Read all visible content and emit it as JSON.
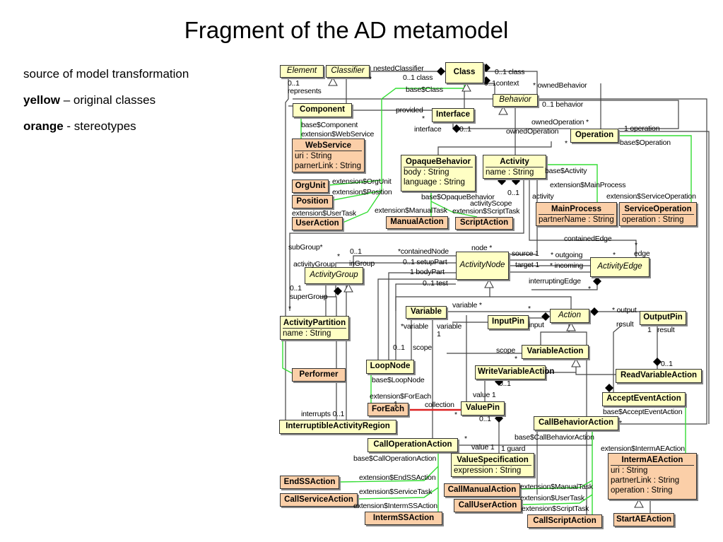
{
  "title": "Fragment of the AD metamodel",
  "legend": {
    "line1": "source of model transformation",
    "line2_key": "yellow",
    "line2_rest": " – original classes",
    "line3_key": "orange",
    "line3_rest": " - stereotypes"
  },
  "colors": {
    "original": "#ffffc4",
    "stereotype": "#fbcfa8",
    "extension_line": "#33dd33",
    "highlight_line": "#dd2222"
  },
  "classes": [
    {
      "id": "Element",
      "name": "Element",
      "kind": "yellow",
      "abstract": true,
      "attrs": []
    },
    {
      "id": "Classifier",
      "name": "Classifier",
      "kind": "yellow",
      "abstract": true,
      "attrs": []
    },
    {
      "id": "Class",
      "name": "Class",
      "kind": "yellow",
      "abstract": false,
      "attrs": []
    },
    {
      "id": "Behavior",
      "name": "Behavior",
      "kind": "yellow",
      "abstract": true,
      "attrs": []
    },
    {
      "id": "Component",
      "name": "Component",
      "kind": "yellow",
      "abstract": false,
      "attrs": []
    },
    {
      "id": "Interface",
      "name": "Interface",
      "kind": "yellow",
      "abstract": false,
      "attrs": []
    },
    {
      "id": "Operation",
      "name": "Operation",
      "kind": "yellow",
      "abstract": false,
      "attrs": []
    },
    {
      "id": "WebService",
      "name": "WebService",
      "kind": "orange",
      "abstract": false,
      "attrs": [
        "uri : String",
        "parnerLink : String"
      ]
    },
    {
      "id": "OpaqueBehavior",
      "name": "OpaqueBehavior",
      "kind": "yellow",
      "abstract": false,
      "attrs": [
        "body : String",
        "language : String"
      ]
    },
    {
      "id": "Activity",
      "name": "Activity",
      "kind": "yellow",
      "abstract": false,
      "attrs": [
        "name : String"
      ]
    },
    {
      "id": "OrgUnit",
      "name": "OrgUnit",
      "kind": "orange",
      "abstract": false,
      "attrs": []
    },
    {
      "id": "Position",
      "name": "Position",
      "kind": "orange",
      "abstract": false,
      "attrs": []
    },
    {
      "id": "MainProcess",
      "name": "MainProcess",
      "kind": "orange",
      "abstract": false,
      "attrs": [
        "partnerName : String"
      ]
    },
    {
      "id": "ServiceOperation",
      "name": "ServiceOperation",
      "kind": "orange",
      "abstract": false,
      "attrs": [
        "operation : String"
      ]
    },
    {
      "id": "UserAction",
      "name": "UserAction",
      "kind": "orange",
      "abstract": false,
      "attrs": []
    },
    {
      "id": "ManualAction",
      "name": "ManualAction",
      "kind": "orange",
      "abstract": false,
      "attrs": []
    },
    {
      "id": "ScriptAction",
      "name": "ScriptAction",
      "kind": "orange",
      "abstract": false,
      "attrs": []
    },
    {
      "id": "ActivityNode",
      "name": "ActivityNode",
      "kind": "yellow",
      "abstract": true,
      "attrs": []
    },
    {
      "id": "ActivityEdge",
      "name": "ActivityEdge",
      "kind": "yellow",
      "abstract": true,
      "attrs": []
    },
    {
      "id": "ActivityGroup",
      "name": "ActivityGroup",
      "kind": "yellow",
      "abstract": true,
      "attrs": []
    },
    {
      "id": "Variable",
      "name": "Variable",
      "kind": "yellow",
      "abstract": false,
      "attrs": []
    },
    {
      "id": "Action",
      "name": "Action",
      "kind": "yellow",
      "abstract": true,
      "attrs": []
    },
    {
      "id": "InputPin",
      "name": "InputPin",
      "kind": "yellow",
      "abstract": false,
      "attrs": []
    },
    {
      "id": "OutputPin",
      "name": "OutputPin",
      "kind": "yellow",
      "abstract": false,
      "attrs": []
    },
    {
      "id": "ActivityPartition",
      "name": "ActivityPartition",
      "kind": "yellow",
      "abstract": false,
      "attrs": [
        "name : String"
      ]
    },
    {
      "id": "VariableAction",
      "name": "VariableAction",
      "kind": "yellow",
      "abstract": false,
      "attrs": []
    },
    {
      "id": "LoopNode",
      "name": "LoopNode",
      "kind": "yellow",
      "abstract": false,
      "attrs": []
    },
    {
      "id": "ReadVariableAction",
      "name": "ReadVariableAction",
      "kind": "yellow",
      "abstract": false,
      "attrs": []
    },
    {
      "id": "WriteVariableAction",
      "name": "WriteVariableAction",
      "kind": "yellow",
      "abstract": false,
      "attrs": []
    },
    {
      "id": "Performer",
      "name": "Performer",
      "kind": "orange",
      "abstract": false,
      "attrs": []
    },
    {
      "id": "AcceptEventAction",
      "name": "AcceptEventAction",
      "kind": "yellow",
      "abstract": false,
      "attrs": []
    },
    {
      "id": "ForEach",
      "name": "ForEach",
      "kind": "orange",
      "abstract": false,
      "attrs": []
    },
    {
      "id": "ValuePin",
      "name": "ValuePin",
      "kind": "yellow",
      "abstract": false,
      "attrs": []
    },
    {
      "id": "InterruptibleActivityRegion",
      "name": "InterruptibleActivityRegion",
      "kind": "yellow",
      "abstract": false,
      "attrs": []
    },
    {
      "id": "CallBehaviorAction",
      "name": "CallBehaviorAction",
      "kind": "yellow",
      "abstract": false,
      "attrs": []
    },
    {
      "id": "CallOperationAction",
      "name": "CallOperationAction",
      "kind": "yellow",
      "abstract": false,
      "attrs": []
    },
    {
      "id": "ValueSpecification",
      "name": "ValueSpecification",
      "kind": "yellow",
      "abstract": false,
      "attrs": [
        "expression : String"
      ]
    },
    {
      "id": "IntermAEAction",
      "name": "IntermAEAction",
      "kind": "orange",
      "abstract": false,
      "attrs": [
        "uri : String",
        "partnerLink : String",
        "operation : String"
      ]
    },
    {
      "id": "EndSSAction",
      "name": "EndSSAction",
      "kind": "orange",
      "abstract": false,
      "attrs": []
    },
    {
      "id": "CallManualAction",
      "name": "CallManualAction",
      "kind": "orange",
      "abstract": false,
      "attrs": []
    },
    {
      "id": "CallServiceAction",
      "name": "CallServiceAction",
      "kind": "orange",
      "abstract": false,
      "attrs": []
    },
    {
      "id": "CallUserAction",
      "name": "CallUserAction",
      "kind": "orange",
      "abstract": false,
      "attrs": []
    },
    {
      "id": "IntermSSAction",
      "name": "IntermSSAction",
      "kind": "orange",
      "abstract": false,
      "attrs": []
    },
    {
      "id": "CallScriptAction",
      "name": "CallScriptAction",
      "kind": "orange",
      "abstract": false,
      "attrs": []
    },
    {
      "id": "StartAEAction",
      "name": "StartAEAction",
      "kind": "orange",
      "abstract": false,
      "attrs": []
    }
  ],
  "labels": [
    "nestedClassifier",
    "*",
    "0..1 class",
    "base$Class",
    "0..1",
    "represents",
    "0..1 class",
    "0..1context",
    "* ownedBehavior",
    "0..1 behavior",
    "provided",
    "*",
    "interface",
    "0..1",
    "ownedOperation *",
    "ownedOperation",
    "*",
    "1 operation",
    "base$Operation",
    "base$Component",
    "extension$WebService",
    "base$Activity",
    "extension$MainProcess",
    "0..1",
    "activity",
    "extension$ServiceOperation",
    "extension$OrgUnit",
    "extension$Position",
    "base$OpaqueBehavior",
    "activityScope",
    "extension$ManualTask",
    "extension$ScriptTask",
    "extension$UserTask",
    "containedEdge",
    "*",
    "edge",
    "subGroup*",
    "0..1",
    "*containedNode",
    "node *",
    "*",
    "0..1 setupPart",
    "inGroup",
    "activityGroup",
    "source 1",
    "* outgoing",
    "*",
    "target 1",
    "* incoming",
    "1  bodyPart",
    "0..1 test",
    "interruptingEdge",
    "*",
    "0..1",
    "superGroup",
    "variable *",
    "*",
    "*",
    "* output",
    "result",
    "1",
    "result",
    "*variable",
    "variable",
    "input",
    "1",
    "0..1",
    "scope",
    "scope",
    "*",
    "0..1",
    "base$LoopNode",
    "0..1",
    "extension$ForEach",
    "value 1",
    "1",
    "collection",
    "*",
    "interrupts  0..1",
    "0..1",
    "base$AcceptEventAction",
    "*",
    "base$CallBehaviorAction",
    "*",
    "value 1",
    "1  guard",
    "extension$IntermAEAction",
    "base$CallOperationAction",
    "extension$EndSSAction",
    "extension$ManualTask",
    "extension$ServiceTask",
    "extension$UserTask",
    "extension$IntermSSAction",
    "extension$ScriptTask"
  ]
}
